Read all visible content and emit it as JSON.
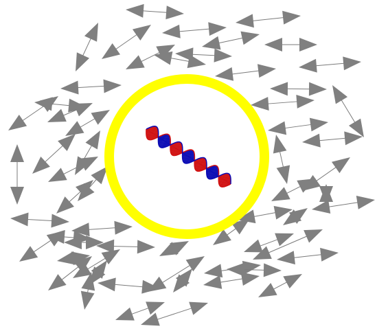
{
  "colors": {
    "background": "#ffffff",
    "arrow": "#808080",
    "arrow_line": "#7a7a7a",
    "ring": "#ffff00",
    "helix_strand_a": "#d01010",
    "helix_strand_b": "#0a0ab4",
    "helix_axis": "#0a0ab4"
  },
  "arrow_icon": "double-headed-arrow",
  "ring_icon": "ring",
  "helix_icon": "double-helix"
}
